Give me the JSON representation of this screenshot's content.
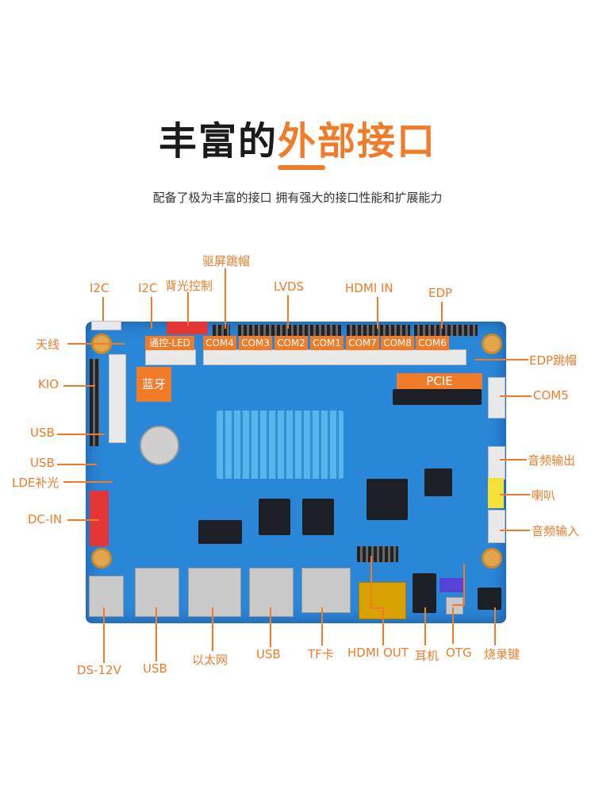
{
  "header": {
    "title_black": "丰富的",
    "title_orange": "外部接口",
    "subtitle": "配备了极为丰富的接口 拥有强大的接口性能和扩展能力"
  },
  "board_labels": {
    "remote_led": "通控-LED",
    "com4": "COM4",
    "com3": "COM3",
    "com2": "COM2",
    "com1": "COM1",
    "com7": "COM7",
    "com8": "COM8",
    "com6": "COM6",
    "pcie": "PCIE",
    "bluetooth": "蓝牙"
  },
  "top_labels": {
    "i2c_1": "I2C",
    "i2c_2": "I2C",
    "backlight": "背光控制",
    "screen_jumper": "驱屏跳帽",
    "lvds": "LVDS",
    "hdmi_in": "HDMI IN",
    "edp": "EDP"
  },
  "left_labels": {
    "antenna": "天线",
    "kio": "KIO",
    "usb_1": "USB",
    "usb_2": "USB",
    "led_fill": "LDE补光",
    "dc_in": "DC-IN"
  },
  "right_labels": {
    "edp_jumper": "EDP跳帽",
    "com5": "COM5",
    "audio_out": "音频输出",
    "speaker": "喇叭",
    "audio_in": "音频输入"
  },
  "bottom_labels": {
    "ds12v": "DS-12V",
    "usb_a": "USB",
    "ethernet": "以太网",
    "usb_b": "USB",
    "tf": "TF卡",
    "hdmi_out": "HDMI  OUT",
    "earphone": "耳机",
    "otg": "OTG",
    "burn_key": "烧录键"
  },
  "colors": {
    "accent": "#f07c2a",
    "board": "#2a86d6"
  }
}
